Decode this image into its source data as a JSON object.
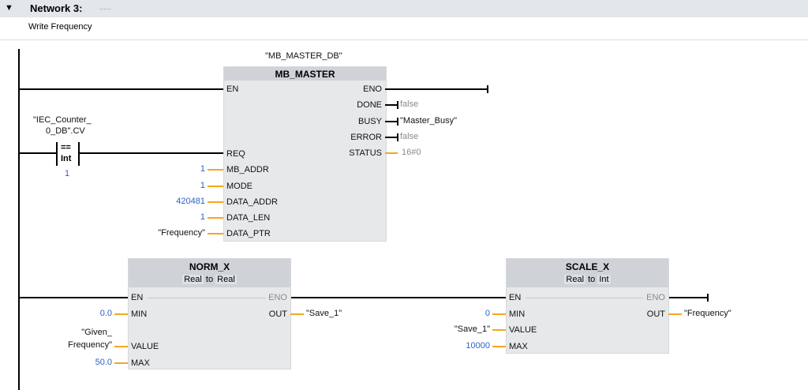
{
  "network": {
    "title": "Network 3:",
    "title_placeholder": "......",
    "comment": "Write Frequency"
  },
  "mb_master": {
    "instance": "\"MB_MASTER_DB\"",
    "title": "MB_MASTER",
    "inputs": [
      {
        "pin": "EN"
      },
      {
        "pin": "REQ"
      },
      {
        "pin": "MB_ADDR",
        "value": "1"
      },
      {
        "pin": "MODE",
        "value": "1"
      },
      {
        "pin": "DATA_ADDR",
        "value": "420481"
      },
      {
        "pin": "DATA_LEN",
        "value": "1"
      },
      {
        "pin": "DATA_PTR",
        "value": "\"Frequency\""
      }
    ],
    "outputs": [
      {
        "pin": "ENO"
      },
      {
        "pin": "DONE",
        "value": "false"
      },
      {
        "pin": "BUSY",
        "value": "\"Master_Busy\""
      },
      {
        "pin": "ERROR",
        "value": "false"
      },
      {
        "pin": "STATUS",
        "value": "16#0"
      }
    ]
  },
  "comparator": {
    "operand_line1": "\"IEC_Counter_",
    "operand_line2": "0_DB\".CV",
    "op": "==",
    "type": "Int",
    "compare_value": "1"
  },
  "norm_x": {
    "title": "NORM_X",
    "from_type": "Real",
    "to_word": "to",
    "to_type": "Real",
    "pins": {
      "en": "EN",
      "eno": "ENO",
      "min": "MIN",
      "out": "OUT",
      "value": "VALUE",
      "max": "MAX"
    },
    "min_value": "0.0",
    "value_line1": "\"Given_",
    "value_line2": "Frequency\"",
    "max_value": "50.0",
    "out_value": "\"Save_1\""
  },
  "scale_x": {
    "title": "SCALE_X",
    "from_type": "Real",
    "to_word": "to",
    "to_type": "Int",
    "pins": {
      "en": "EN",
      "eno": "ENO",
      "min": "MIN",
      "out": "OUT",
      "value": "VALUE",
      "max": "MAX"
    },
    "min_value": "0",
    "value_value": "\"Save_1\"",
    "max_value": "10000",
    "out_value": "\"Frequency\""
  },
  "colors": {
    "accent_wire": "#f5a623",
    "constant_text": "#2a64c8",
    "block_fill": "#e7e8ea"
  }
}
